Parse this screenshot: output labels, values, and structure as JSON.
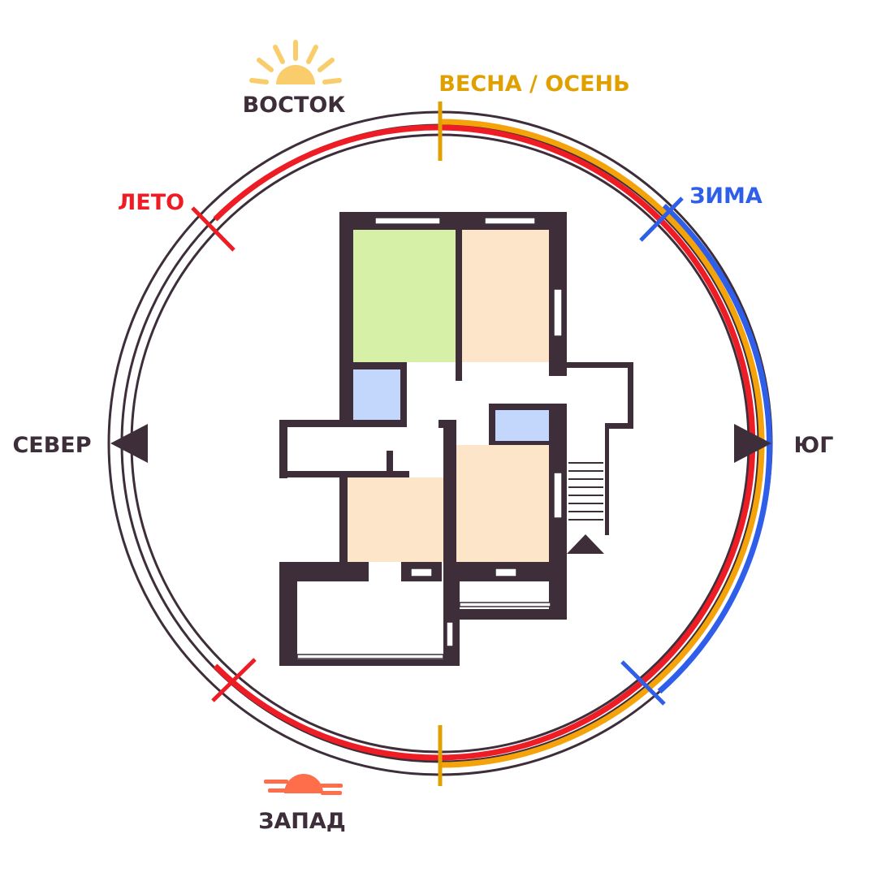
{
  "labels": {
    "east": "ВОСТОК",
    "west": "ЗАПАД",
    "north": "СЕВЕР",
    "south": "ЮГ",
    "summer": "ЛЕТО",
    "winter": "ЗИМА",
    "equinox": "ВЕСНА / ОСЕНЬ"
  },
  "colors": {
    "dark": "#3d2e3a",
    "summer": "#ee1c25",
    "equinox": "#f5a30b",
    "equinox_text": "#e0a000",
    "winter": "#2f5fe8",
    "sunrise": "#f9cd6b",
    "sunset": "#ff6e4a",
    "living_room": "#d6f0a8",
    "bedroom": "#fde5ca",
    "bathroom": "#c3d6fb",
    "background": "#ffffff"
  },
  "icons": {
    "sunrise": "sunrise-icon",
    "sunset": "sunset-icon",
    "north_marker": "triangle-left-icon",
    "south_marker": "triangle-right-icon",
    "entrance": "triangle-up-icon"
  }
}
